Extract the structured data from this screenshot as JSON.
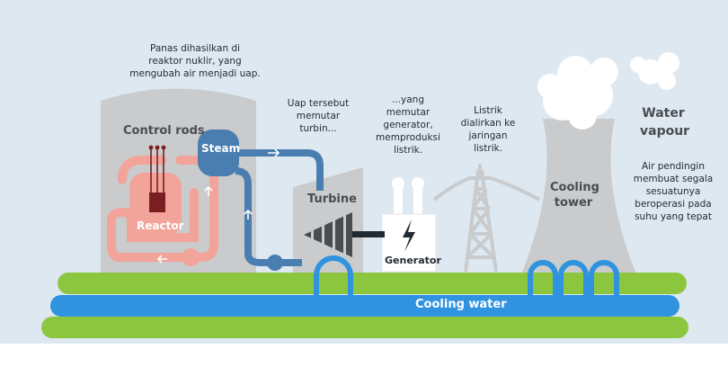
{
  "labels": {
    "control_rods": "Control rods",
    "reactor": "Reactor",
    "steam": "Steam",
    "turbine": "Turbine",
    "generator": "Generator",
    "cooling_tower": "Cooling\ntower",
    "water_vapour": "Water\nvapour",
    "cooling_water": "Cooling water"
  },
  "captions": {
    "reactor_heat": "Panas dihasilkan di\nreaktor nuklir, yang\nmengubah air menjadi uap.",
    "steam_turbine": "Uap tersebut\nmemutar\nturbin...",
    "generator": "...yang\nmemutar\ngenerator,\nmemproduksi\nlistrik.",
    "grid": "Listrik\ndialirkan ke\njaringan\nlistrik.",
    "cooling": "Air pendingin\nmembuat segala\nsesuatunya\nberoperasi pada\nsuhu yang tepat"
  },
  "colors": {
    "sky": "#dde8f1",
    "building": "#c9cbcc",
    "ground_green": "#8cc63f",
    "water_blue": "#2f93e0",
    "steam_pipe": "#4a7db0",
    "reactor_pink": "#f2a49a",
    "reactor_core": "#7a1f1f",
    "text_dark": "#1f2a33"
  },
  "icons": [
    "lightning-bolt-icon",
    "flow-arrow-icon",
    "vapour-cloud-icon",
    "transmission-tower-icon",
    "turbine-blades-icon"
  ]
}
